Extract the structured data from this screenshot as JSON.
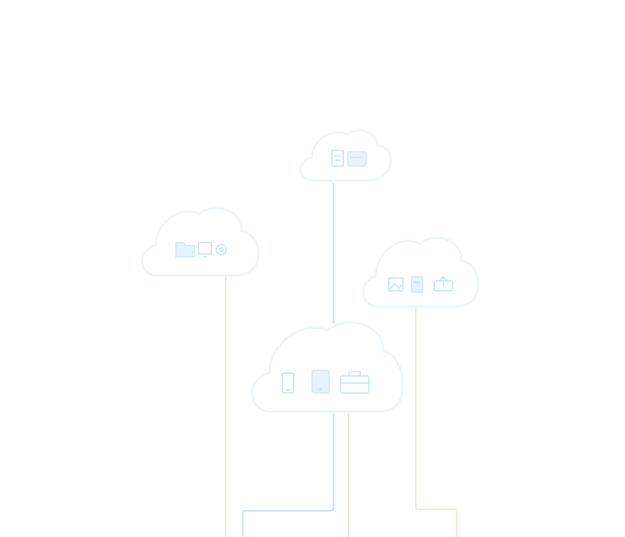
{
  "diagram": {
    "background": "#ffffff",
    "cloud_outline_color": "#e9f3fb",
    "connector_colors": {
      "primary": "#cfe3f0",
      "secondary": "#efe8d2"
    },
    "clouds": [
      {
        "id": "top-cloud",
        "icons": [
          "document-icon",
          "server-icon"
        ]
      },
      {
        "id": "left-cloud",
        "icons": [
          "folder-icon",
          "monitor-icon",
          "gear-icon"
        ]
      },
      {
        "id": "right-cloud",
        "icons": [
          "image-icon",
          "document-icon",
          "upload-icon"
        ]
      },
      {
        "id": "center-cloud",
        "icons": [
          "phone-icon",
          "tablet-icon",
          "briefcase-icon"
        ]
      }
    ]
  }
}
